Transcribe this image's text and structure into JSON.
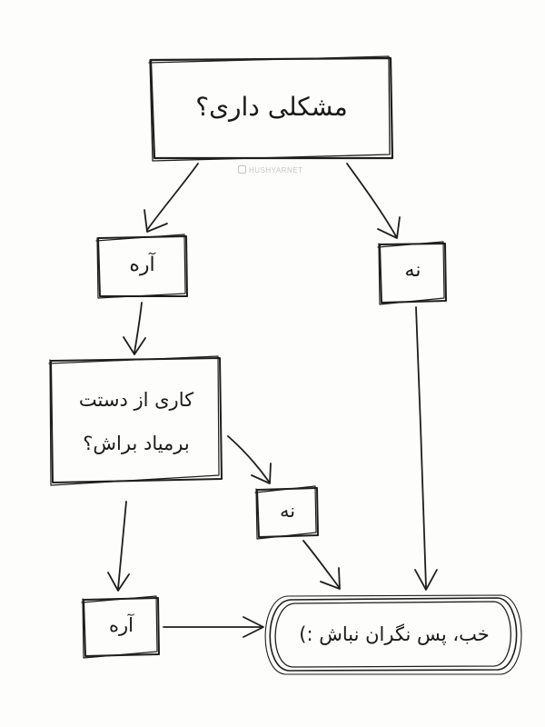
{
  "nodes": {
    "question1": "مشکلی داری؟",
    "yes1": "آره",
    "no1": "نه",
    "question2_line1": "کاری از دستت",
    "question2_line2": "برمیاد براش؟",
    "no2": "نه",
    "yes2": "آره",
    "result": "خب، پس نگران نباش :)"
  },
  "watermark": "HUSHYARNET"
}
